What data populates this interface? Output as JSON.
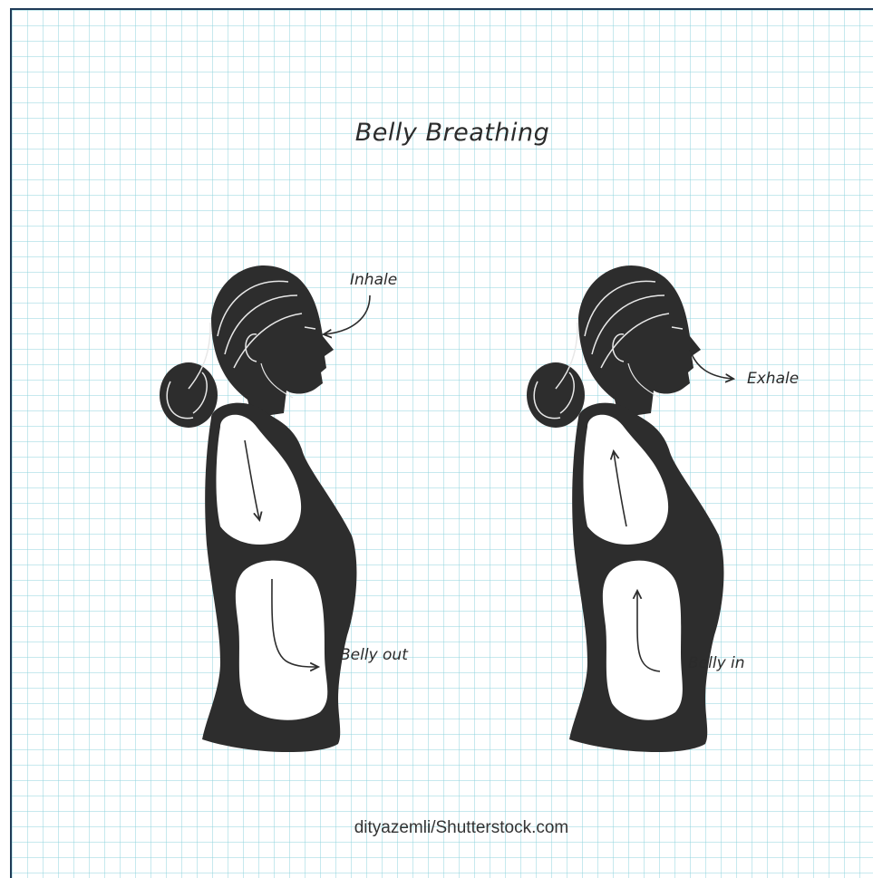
{
  "title": "Belly Breathing",
  "figures": [
    {
      "breath_label": "Inhale",
      "belly_label": "Belly out"
    },
    {
      "breath_label": "Exhale",
      "belly_label": "Belly in"
    }
  ],
  "credit": "dityazemli/Shutterstock.com",
  "colors": {
    "background": "#ffffff",
    "grid": "#8fd3dc",
    "silhouette": "#2d2d2d",
    "organ": "#ffffff",
    "ink": "#2b2b2b",
    "frame": "#1f3b57"
  }
}
